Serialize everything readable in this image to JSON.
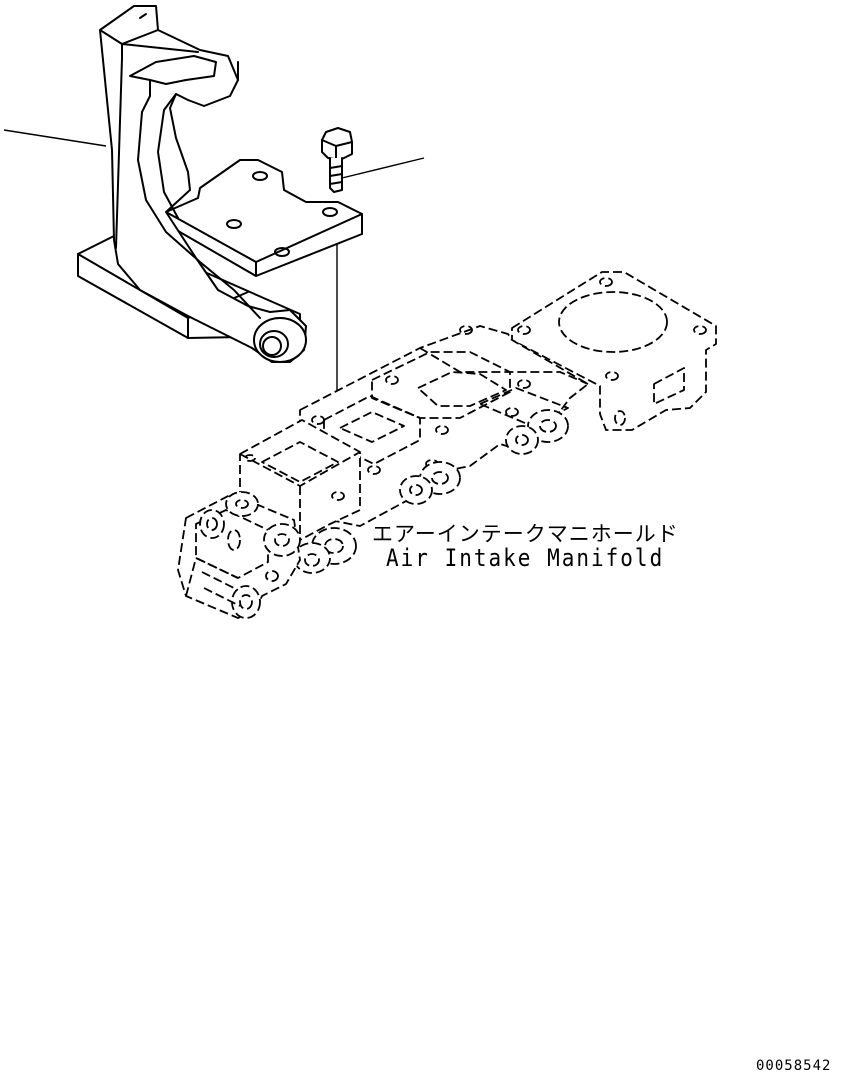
{
  "callout": {
    "japanese": "エアーインテークマニホールド",
    "english": "Air Intake Manifold"
  },
  "drawing_number": "00058542"
}
